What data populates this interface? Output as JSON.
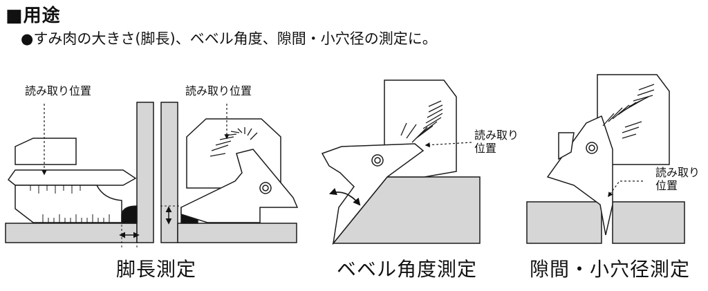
{
  "header": {
    "title": "■用途",
    "subtitle": "●すみ肉の大きさ(脚長)、ベベル角度、隙間・小穴径の測定に。"
  },
  "panels": [
    {
      "caption": "脚長測定",
      "labels": [
        "読み取り位置",
        "読み取り位置"
      ]
    },
    {
      "caption": "ベベル角度測定",
      "labels": [
        "読み取り\n位置"
      ]
    },
    {
      "caption": "隙間・小穴径測定",
      "labels": [
        "読み取り\n位置"
      ]
    }
  ],
  "colors": {
    "fill_gray": "#d6d6d6",
    "stroke": "#1a1a1a",
    "weld_black": "#111111"
  }
}
